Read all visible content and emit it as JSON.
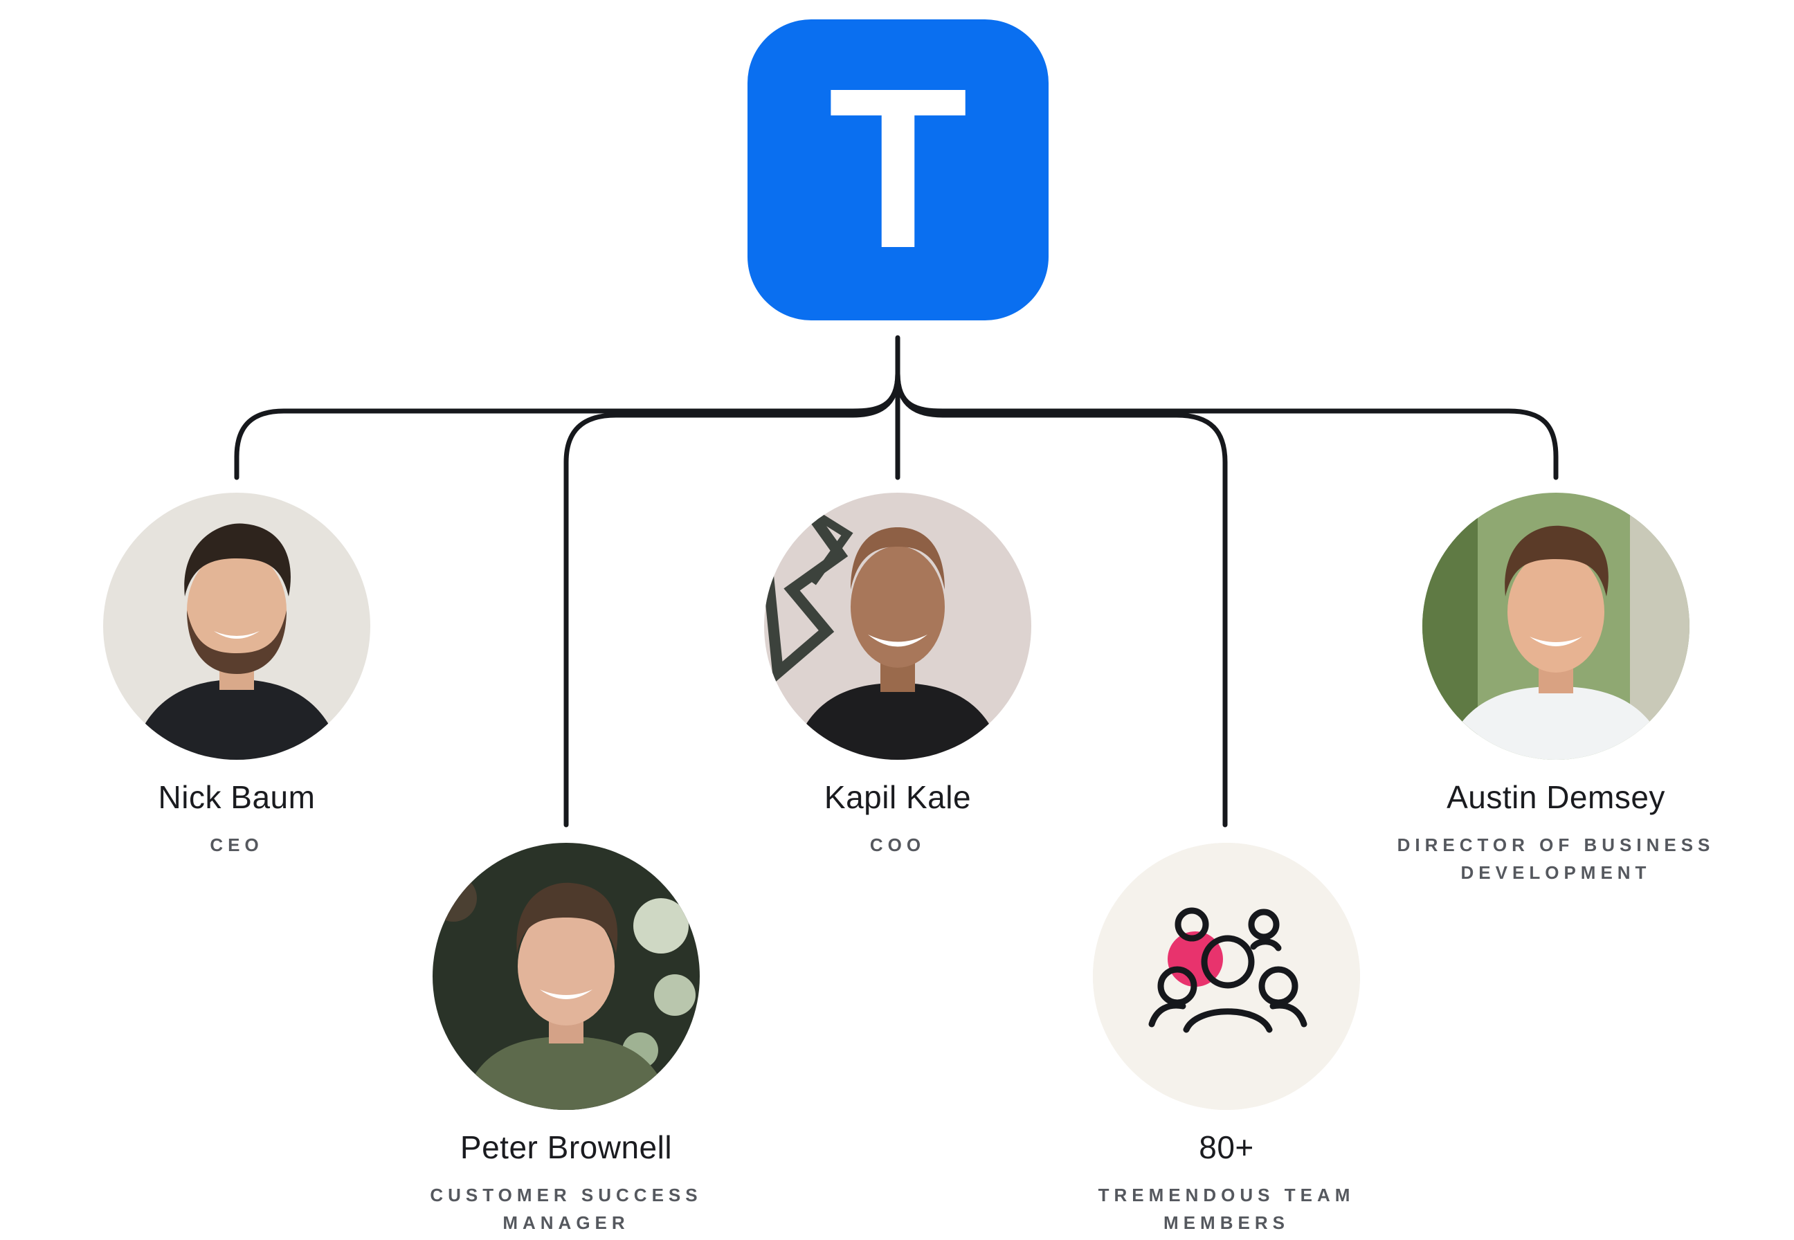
{
  "brand": {
    "letter": "T",
    "color": "#0a6ff0"
  },
  "members": [
    {
      "id": "nick-baum",
      "name": "Nick Baum",
      "role": "CEO",
      "avatar": "photo-portrait"
    },
    {
      "id": "peter-brownell",
      "name": "Peter Brownell",
      "role": "CUSTOMER SUCCESS MANAGER",
      "avatar": "photo-portrait"
    },
    {
      "id": "kapil-kale",
      "name": "Kapil Kale",
      "role": "COO",
      "avatar": "photo-portrait"
    },
    {
      "id": "team",
      "name": "80+",
      "role": "TREMENDOUS TEAM MEMBERS",
      "avatar": "team-group-icon"
    },
    {
      "id": "austin-demsey",
      "name": "Austin Demsey",
      "role": "DIRECTOR OF BUSINESS DEVELOPMENT",
      "avatar": "photo-portrait"
    }
  ],
  "colors": {
    "line": "#16181c",
    "accent_pink": "#e8336d",
    "team_bg": "#f5f2ec",
    "role_text": "#55585e"
  }
}
